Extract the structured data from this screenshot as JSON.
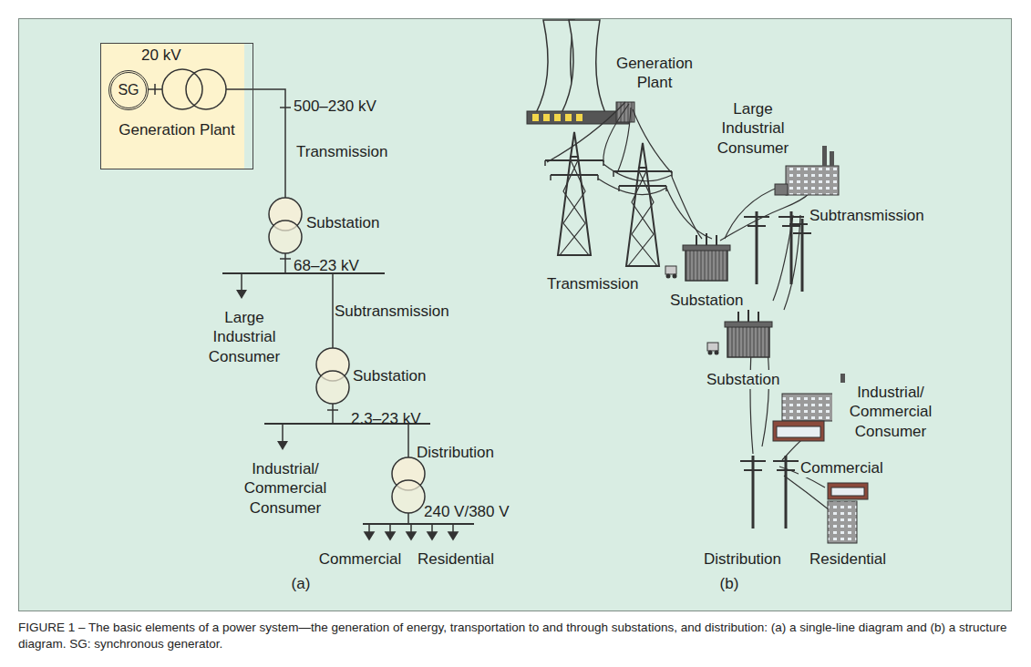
{
  "diagram": {
    "caption": "FIGURE 1 – The basic elements of a power system—the generation of energy, transportation to and through substations, and distribution: (a) a single-line diagram and (b) a structure diagram. SG: synchronous generator.",
    "nodes": [
      {
        "text": [
          "20 kV",
          "Generation Plant"
        ]
      },
      {
        "text": [
          "SG"
        ],
        "in": 0
      }
    ],
    "labels": [
      "500–230 kV",
      "Transmission",
      "Substation",
      "68–23 kV",
      "Large Industrial Consumer",
      "Subtransmission",
      "Substation",
      "2.3–23 kV",
      "Industrial/ Commercial Consumer",
      "Distribution",
      "240 V/380 V",
      "Commercial",
      "Residential",
      "(a)",
      "Generation Plant",
      "Large Industrial Consumer",
      "Subtransmission",
      "Transmission",
      "Substation",
      "Substation",
      "Industrial/ Commercial Consumer",
      "Commercial",
      "Distribution",
      "Residential",
      "(b)"
    ]
  }
}
